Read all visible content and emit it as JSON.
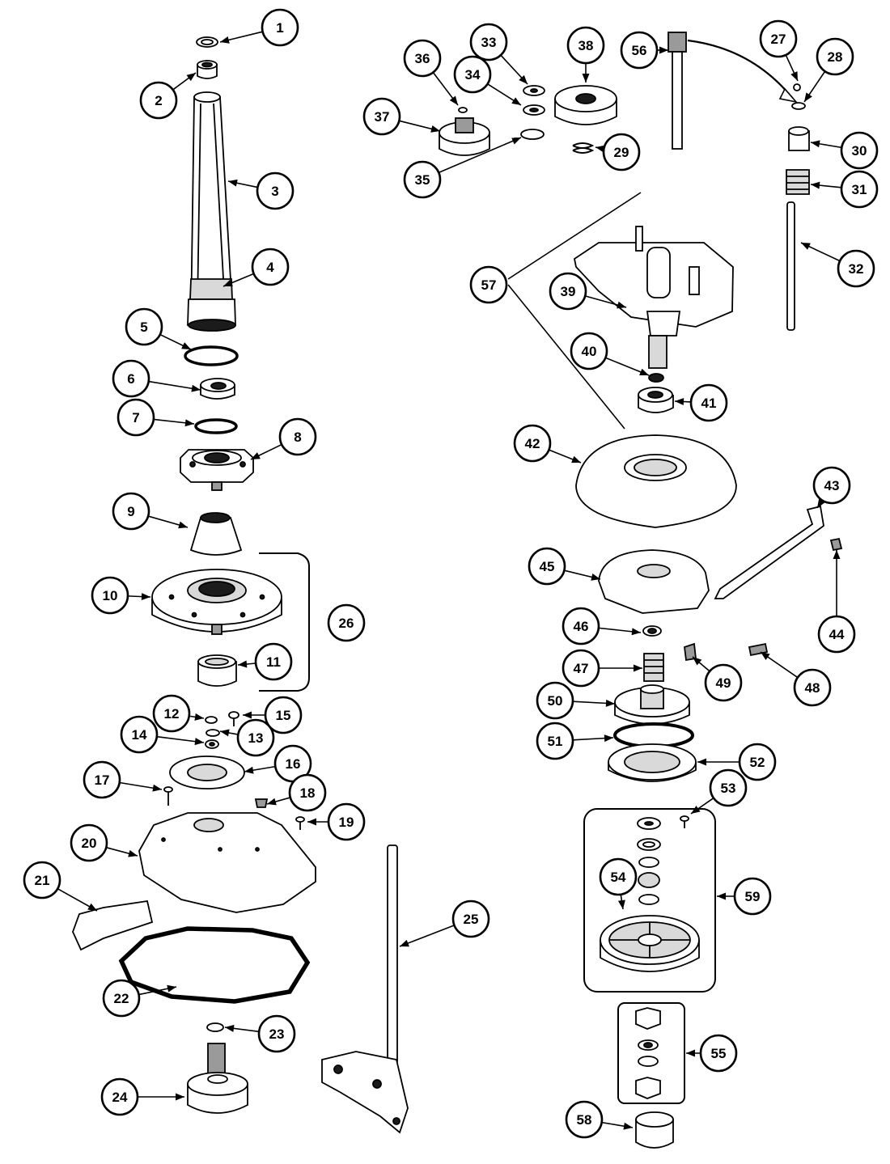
{
  "colors": {
    "ink": "#000000",
    "paper": "#ffffff"
  },
  "callouts": [
    {
      "id": "1",
      "label": "1"
    },
    {
      "id": "2",
      "label": "2"
    },
    {
      "id": "3",
      "label": "3"
    },
    {
      "id": "4",
      "label": "4"
    },
    {
      "id": "5",
      "label": "5"
    },
    {
      "id": "6",
      "label": "6"
    },
    {
      "id": "7",
      "label": "7"
    },
    {
      "id": "8",
      "label": "8"
    },
    {
      "id": "9",
      "label": "9"
    },
    {
      "id": "10",
      "label": "10"
    },
    {
      "id": "11",
      "label": "11"
    },
    {
      "id": "12",
      "label": "12"
    },
    {
      "id": "13",
      "label": "13"
    },
    {
      "id": "14",
      "label": "14"
    },
    {
      "id": "15",
      "label": "15"
    },
    {
      "id": "16",
      "label": "16"
    },
    {
      "id": "17",
      "label": "17"
    },
    {
      "id": "18",
      "label": "18"
    },
    {
      "id": "19",
      "label": "19"
    },
    {
      "id": "20",
      "label": "20"
    },
    {
      "id": "21",
      "label": "21"
    },
    {
      "id": "22",
      "label": "22"
    },
    {
      "id": "23",
      "label": "23"
    },
    {
      "id": "24",
      "label": "24"
    },
    {
      "id": "25",
      "label": "25"
    },
    {
      "id": "26",
      "label": "26"
    },
    {
      "id": "27",
      "label": "27"
    },
    {
      "id": "28",
      "label": "28"
    },
    {
      "id": "29",
      "label": "29"
    },
    {
      "id": "30",
      "label": "30"
    },
    {
      "id": "31",
      "label": "31"
    },
    {
      "id": "32",
      "label": "32"
    },
    {
      "id": "33",
      "label": "33"
    },
    {
      "id": "34",
      "label": "34"
    },
    {
      "id": "35",
      "label": "35"
    },
    {
      "id": "36",
      "label": "36"
    },
    {
      "id": "37",
      "label": "37"
    },
    {
      "id": "38",
      "label": "38"
    },
    {
      "id": "39",
      "label": "39"
    },
    {
      "id": "40",
      "label": "40"
    },
    {
      "id": "41",
      "label": "41"
    },
    {
      "id": "42",
      "label": "42"
    },
    {
      "id": "43",
      "label": "43"
    },
    {
      "id": "44",
      "label": "44"
    },
    {
      "id": "45",
      "label": "45"
    },
    {
      "id": "46",
      "label": "46"
    },
    {
      "id": "47",
      "label": "47"
    },
    {
      "id": "48",
      "label": "48"
    },
    {
      "id": "49",
      "label": "49"
    },
    {
      "id": "50",
      "label": "50"
    },
    {
      "id": "51",
      "label": "51"
    },
    {
      "id": "52",
      "label": "52"
    },
    {
      "id": "53",
      "label": "53"
    },
    {
      "id": "54",
      "label": "54"
    },
    {
      "id": "55",
      "label": "55"
    },
    {
      "id": "56",
      "label": "56"
    },
    {
      "id": "57",
      "label": "57"
    },
    {
      "id": "58",
      "label": "58"
    },
    {
      "id": "59",
      "label": "59"
    }
  ]
}
